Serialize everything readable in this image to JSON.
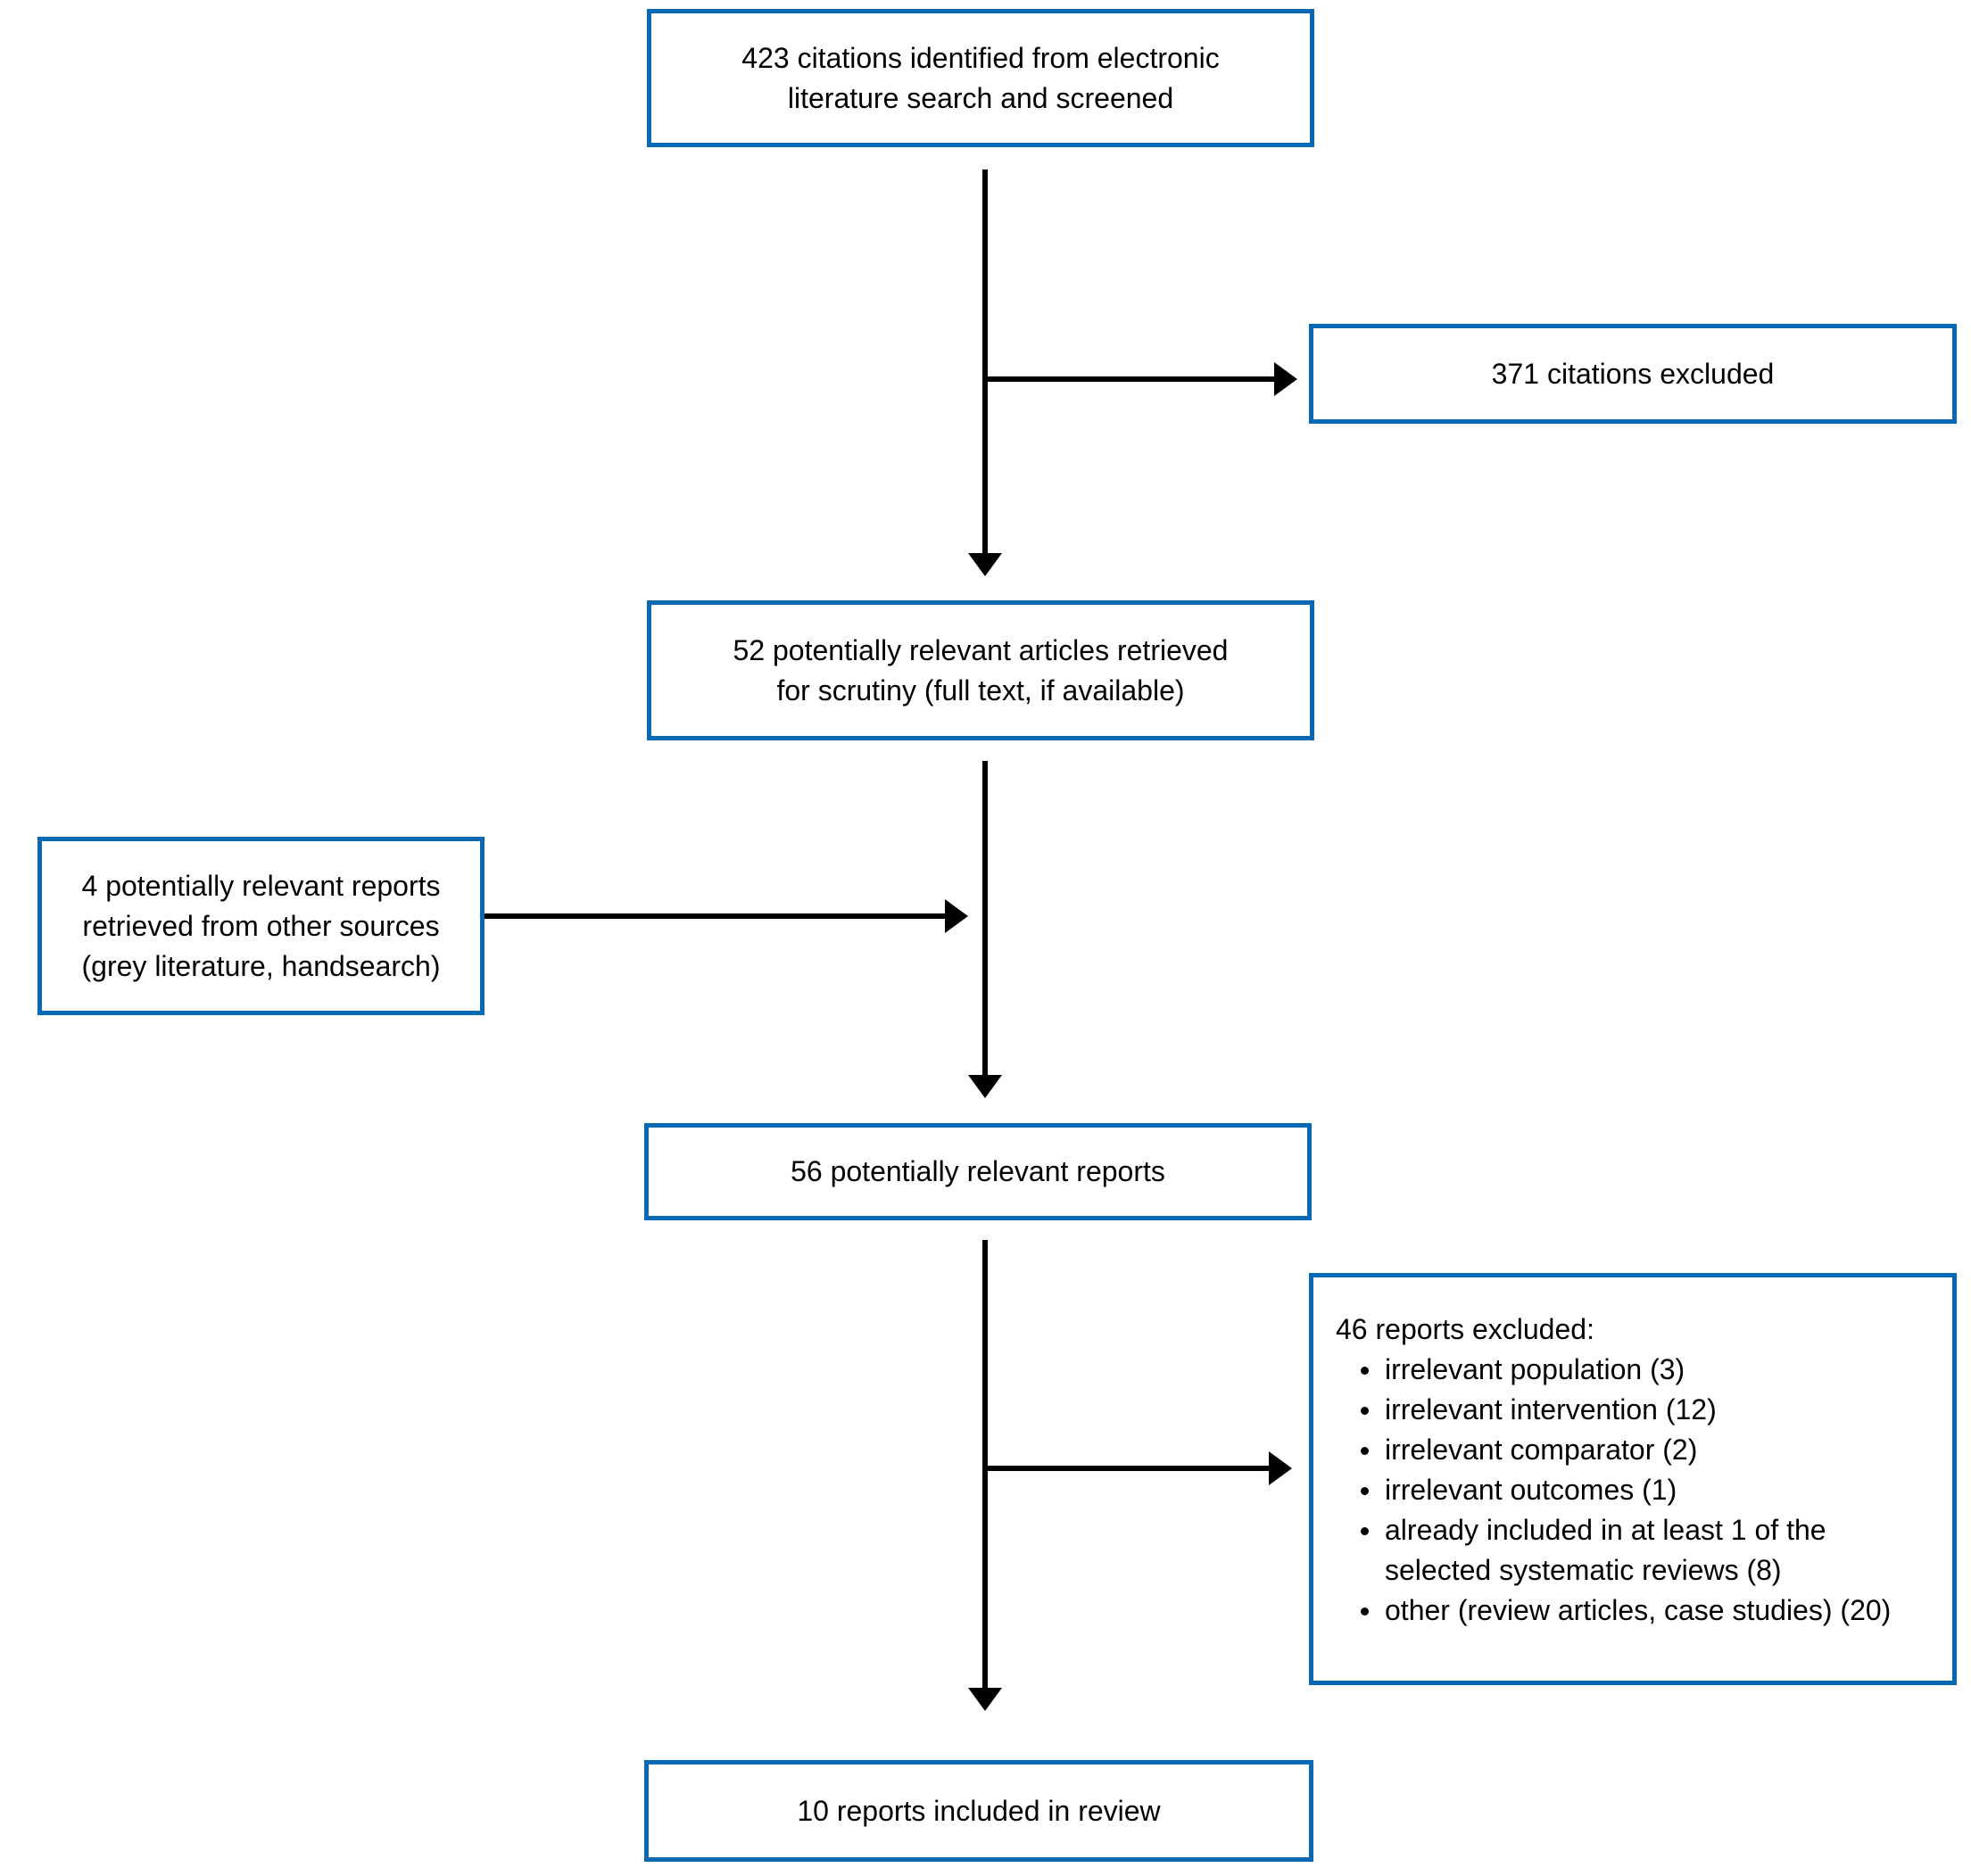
{
  "diagram": {
    "type": "flowchart",
    "colors": {
      "box_border": "#0768b3",
      "box_fill": "#ffffff",
      "arrow": "#000000",
      "text": "#000000"
    },
    "boxes": {
      "screened": {
        "lines": [
          "423 citations identified from electronic",
          "literature search and screened"
        ]
      },
      "citations_excluded": {
        "lines": [
          "371 citations excluded"
        ]
      },
      "retrieved_for_scrutiny": {
        "lines": [
          "52 potentially relevant articles retrieved",
          "for scrutiny (full text, if available)"
        ]
      },
      "other_sources": {
        "lines": [
          "4 potentially relevant reports",
          "retrieved from other sources",
          "(grey literature, handsearch)"
        ]
      },
      "potentially_relevant": {
        "lines": [
          "56 potentially relevant reports"
        ]
      },
      "reports_excluded": {
        "title": "46 reports excluded:",
        "items": [
          "irrelevant population (3)",
          "irrelevant intervention (12)",
          "irrelevant comparator (2)",
          "irrelevant outcomes (1)",
          "already included in at least 1 of the selected systematic reviews (8)",
          "other (review articles, case studies) (20)"
        ]
      },
      "included_in_review": {
        "lines": [
          "10 reports included in review"
        ]
      }
    }
  }
}
